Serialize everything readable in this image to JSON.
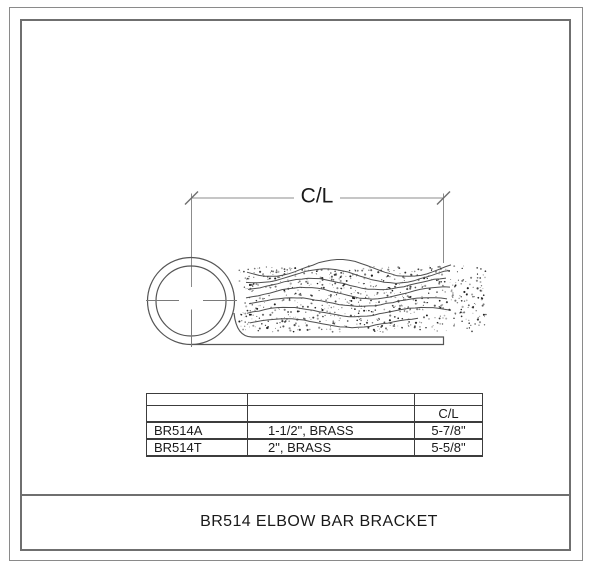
{
  "drawing": {
    "dimension_label": "C/L"
  },
  "spec_table": {
    "header_cl": "C/L",
    "rows": [
      {
        "model": "BR514A",
        "size": "1-1/2\", BRASS",
        "cl": "5-7/8\""
      },
      {
        "model": "BR514T",
        "size": "2\", BRASS",
        "cl": "5-5/8\""
      }
    ]
  },
  "title_block": {
    "title": "BR514 ELBOW BAR BRACKET"
  },
  "colors": {
    "frame_outer": "#8a8a8a",
    "frame_inner": "#6f6f6f",
    "line": "#555555",
    "center_line": "#7a7a7a",
    "dim_line": "#8c8c8c",
    "tick": "#6f6f6f",
    "grain": "#4f4f4f",
    "stipple": "#141414",
    "table_border": "#3c3c3c",
    "text": "#1a1a1a"
  }
}
